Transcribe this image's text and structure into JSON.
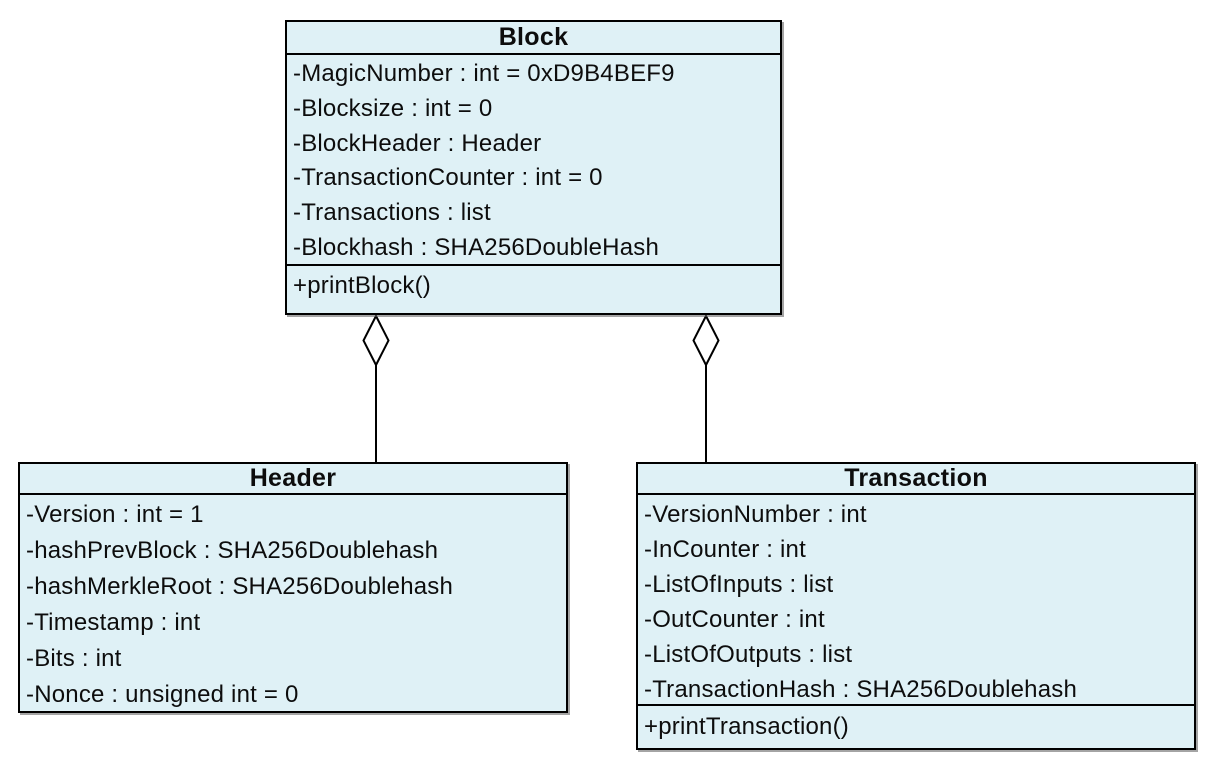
{
  "diagram": {
    "type": "uml-class-diagram",
    "background_color": "#ffffff",
    "class_fill_color": "#dff1f6",
    "border_color": "#000000",
    "classes": [
      {
        "name": "Block",
        "attributes": [
          "-MagicNumber : int = 0xD9B4BEF9",
          "-Blocksize : int = 0",
          "-BlockHeader : Header",
          "-TransactionCounter : int = 0",
          "-Transactions : list",
          "-Blockhash : SHA256DoubleHash"
        ],
        "methods": [
          "+printBlock()"
        ]
      },
      {
        "name": "Header",
        "attributes": [
          "-Version : int = 1",
          "-hashPrevBlock : SHA256Doublehash",
          "-hashMerkleRoot : SHA256Doublehash",
          "-Timestamp : int",
          "-Bits : int",
          "-Nonce : unsigned int = 0"
        ],
        "methods": []
      },
      {
        "name": "Transaction",
        "attributes": [
          "-VersionNumber : int",
          "-InCounter : int",
          "-ListOfInputs : list",
          "-OutCounter : int",
          "-ListOfOutputs : list",
          "-TransactionHash : SHA256Doublehash"
        ],
        "methods": [
          "+printTransaction()"
        ]
      }
    ],
    "relationships": [
      {
        "from": "Block",
        "to": "Header",
        "type": "aggregation",
        "diamond_at": "Block"
      },
      {
        "from": "Block",
        "to": "Transaction",
        "type": "aggregation",
        "diamond_at": "Block"
      }
    ]
  }
}
